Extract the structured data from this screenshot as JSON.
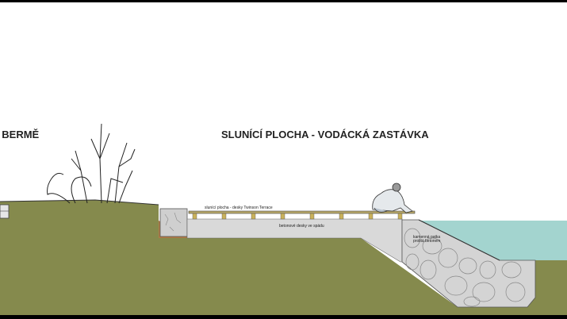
{
  "labels": {
    "left_title": "V BERMĚ",
    "main_title": "SLUNÍCÍ PLOCHA - VODÁCKÁ ZASTÁVKA",
    "deck_label": "slunící plocha - desky Twinson Terrace",
    "slab_label": "betonové desky ve spádu",
    "rock_label_1": "kamenná patka",
    "rock_label_2": "prolitá betonem"
  },
  "colors": {
    "ground": "#858a4d",
    "water": "#a3d4cf",
    "concrete": "#d9d9d9",
    "deck_post": "#c9b15a"
  }
}
